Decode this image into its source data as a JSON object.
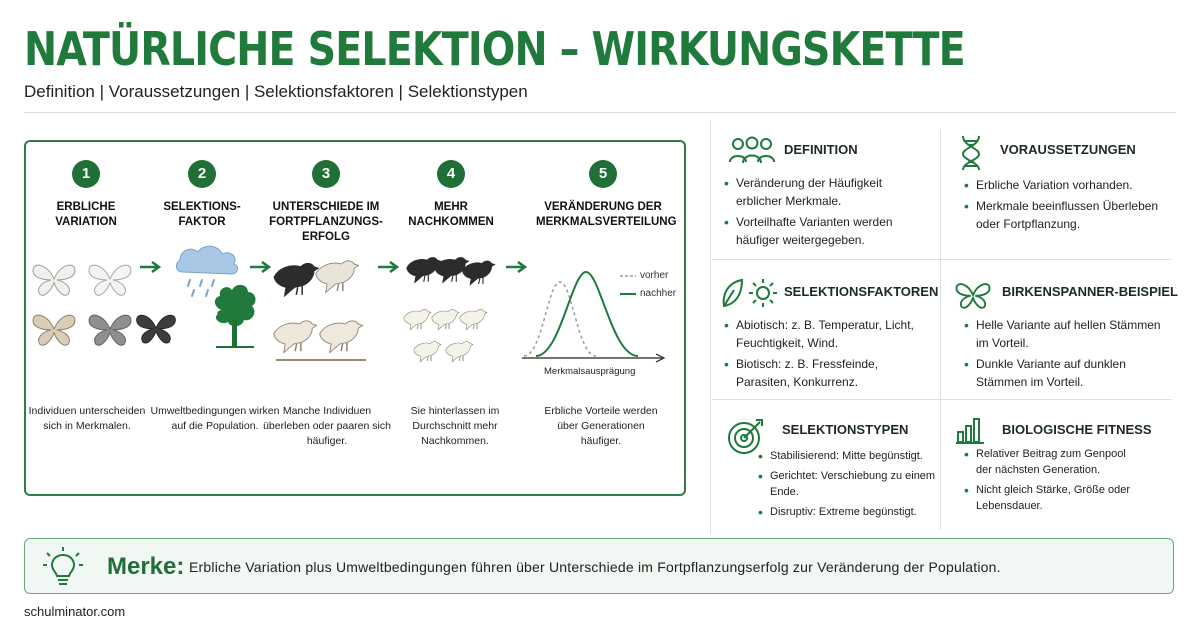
{
  "header": {
    "title": "NATÜRLICHE SELEKTION – WIRKUNGSKETTE",
    "subtitle": "Definition | Voraussetzungen | Selektionsfaktoren | Selektionstypen"
  },
  "chain": {
    "steps": [
      {
        "num": "1",
        "title": "ERBLICHE VARIATION",
        "desc": "Individuen unterscheiden sich in Merkmalen."
      },
      {
        "num": "2",
        "title": "SELEKTIONS-FAKTOR",
        "desc": "Umweltbedingungen wirken auf die Population."
      },
      {
        "num": "3",
        "title": "UNTERSCHIEDE IM FORTPFLANZUNGS-ERFOLG",
        "desc": "Manche Individuen überleben oder paaren sich häufiger."
      },
      {
        "num": "4",
        "title": "MEHR NACHKOMMEN",
        "desc": "Sie hinterlassen im Durchschnitt mehr Nachkommen."
      },
      {
        "num": "5",
        "title": "VERÄNDERUNG DER MERKMALSVERTEILUNG",
        "desc": "Erbliche Vorteile werden über Generationen häufiger."
      }
    ],
    "graph": {
      "legend_before": "vorher",
      "legend_after": "nachher",
      "xlabel": "Merkmalsausprägung"
    }
  },
  "cards": {
    "definition": {
      "title": "DEFINITION",
      "items": [
        "Veränderung der Häufigkeit erblicher Merkmale.",
        "Vorteilhafte Varianten werden häufiger weitergegeben."
      ]
    },
    "voraussetzungen": {
      "title": "VORAUSSETZUNGEN",
      "items": [
        "Erbliche Variation vorhanden.",
        "Merkmale beeinflussen Überleben oder Fortpflanzung."
      ]
    },
    "selektionsfaktoren": {
      "title": "SELEKTIONSFAKTOREN",
      "items": [
        "Abiotisch: z. B. Temperatur, Licht, Feuchtigkeit, Wind.",
        "Biotisch: z. B. Fressfeinde, Parasiten, Konkurrenz."
      ]
    },
    "birkenspanner": {
      "title": "BIRKENSPANNER-BEISPIEL",
      "items": [
        "Helle Variante auf hellen Stämmen im Vorteil.",
        "Dunkle Variante auf dunklen Stämmen im Vorteil."
      ]
    },
    "selektionstypen": {
      "title": "SELEKTIONSTYPEN",
      "items": [
        "Stabilisierend: Mitte begünstigt.",
        "Gerichtet: Verschiebung zu einem Ende.",
        "Disruptiv: Extreme begünstigt."
      ]
    },
    "fitness": {
      "title": "BIOLOGISCHE FITNESS",
      "items": [
        "Relativer Beitrag zum Genpool der nächsten Generation.",
        "Nicht gleich Stärke, Größe oder Lebensdauer."
      ]
    }
  },
  "merke": {
    "label": "Merke:",
    "text": "Erbliche Variation plus Umweltbedingungen führen über Unterschiede im Fortpflanzungserfolg zur Veränderung der Population."
  },
  "footer": {
    "site": "schulminator.com"
  },
  "colors": {
    "accent": "#1f7a3c",
    "dark_green": "#1f6f37",
    "border": "#2f7d46"
  }
}
